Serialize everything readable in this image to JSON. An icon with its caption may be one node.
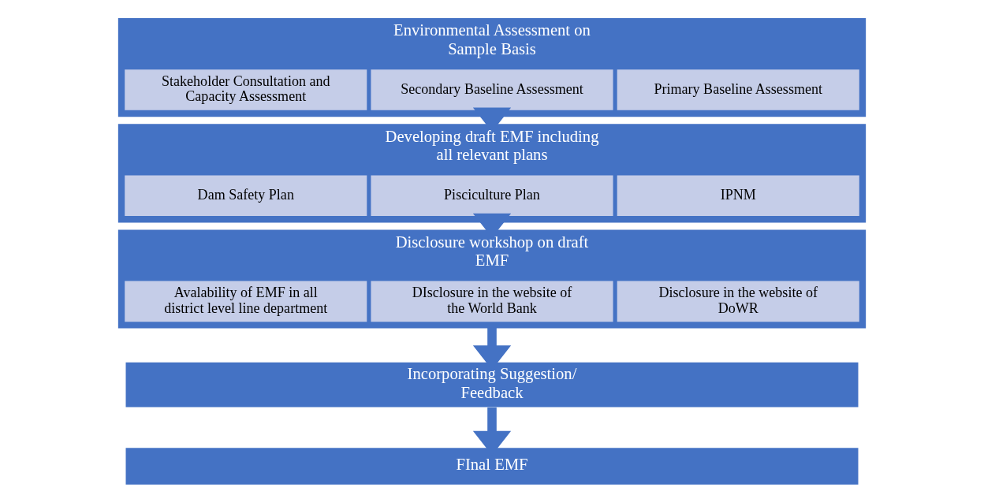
{
  "diagram": {
    "nodes": [
      {
        "text": [
          "Environmental Assessment on Sample Basis"
        ]
      },
      {
        "text": [
          "Primary Baseline Assessment"
        ],
        "in": 0
      },
      {
        "text": [
          "Secondary Baseline Assessment"
        ],
        "in": 0
      },
      {
        "text": [
          "Stakeholder Consultation and Capacity Assessment"
        ],
        "in": 0
      },
      {
        "text": [
          "Developing draft EMF including all relevant plans"
        ]
      },
      {
        "text": [
          "IPNM"
        ],
        "in": 4
      },
      {
        "text": [
          "Pisciculture Plan"
        ],
        "in": 4
      },
      {
        "text": [
          "Dam Safety Plan"
        ],
        "in": 4
      },
      {
        "text": [
          "Disclosure workshop on draft EMF"
        ]
      },
      {
        "text": [
          "Disclosure in the website of DoWR"
        ],
        "in": 8
      },
      {
        "text": [
          "DIsclosure in the website of the World Bank"
        ],
        "in": 8
      },
      {
        "text": [
          "Avalability of EMF in all district level line department"
        ],
        "in": 8
      },
      {
        "text": [
          "Incorporating Suggestion/ Feedback"
        ]
      },
      {
        "text": [
          "FInal EMF"
        ]
      }
    ],
    "edges": [
      {
        "from": 0,
        "to": 4,
        "arrow": "to"
      },
      {
        "from": 4,
        "to": 8,
        "arrow": "to"
      },
      {
        "from": 8,
        "to": 12,
        "arrow": "to"
      },
      {
        "from": 12,
        "to": 13,
        "arrow": "to"
      }
    ]
  }
}
